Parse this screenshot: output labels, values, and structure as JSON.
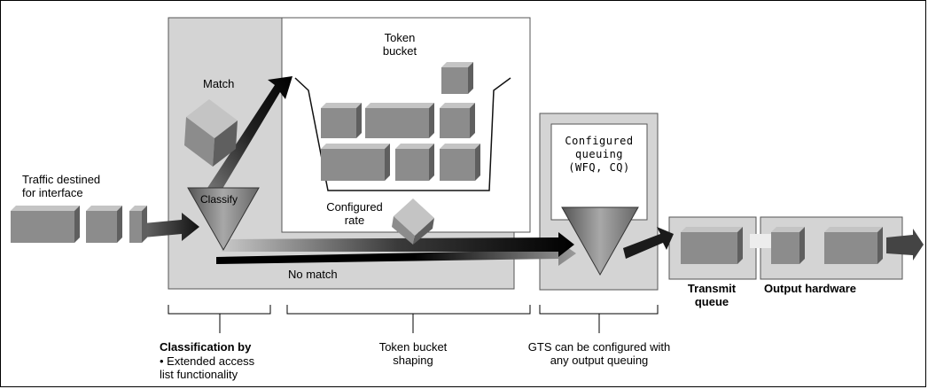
{
  "diagram": {
    "labels": {
      "traffic": "Traffic destined\nfor interface",
      "match": "Match",
      "classify": "Classify",
      "token_bucket": "Token\nbucket",
      "configured_rate": "Configured\nrate",
      "no_match": "No match",
      "configured_queuing": "Configured\nqueuing\n(WFQ, CQ)",
      "transmit_queue": "Transmit\nqueue",
      "output_hardware": "Output hardware"
    },
    "captions": {
      "classification_title": "Classification by",
      "classification_detail": "• Extended access\nlist functionality",
      "token_bucket_shaping": "Token bucket\nshaping",
      "gts": "GTS can be configured with\nany output queuing"
    },
    "colors": {
      "panel": "#d4d4d4",
      "cube_front": "#8c8c8c",
      "cube_top": "#c4c4c4",
      "cube_side": "#5f5f5f",
      "arrow_dark": "#111111"
    }
  }
}
